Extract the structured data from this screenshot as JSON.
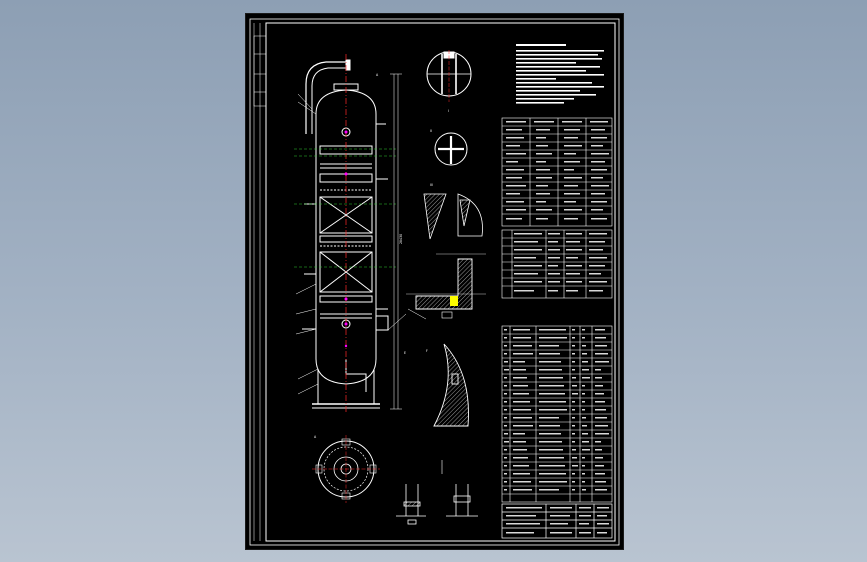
{
  "colors": {
    "line": "#ffffff",
    "centerline_red": "#ff2a2a",
    "centerline_green": "#33cc33",
    "yellow": "#ffff00",
    "magenta": "#ff00ff",
    "hatch": "#ffffff",
    "sheet_bg": "#000000"
  },
  "labels": {
    "section_I": "I",
    "section_II": "II",
    "section_III": "III",
    "section_A": "A",
    "section_E": "E",
    "section_F": "F"
  },
  "dimensions": {
    "height_label": "28430"
  },
  "icons": {
    "vessel": "column-vessel-icon",
    "flange": "flange-icon"
  }
}
